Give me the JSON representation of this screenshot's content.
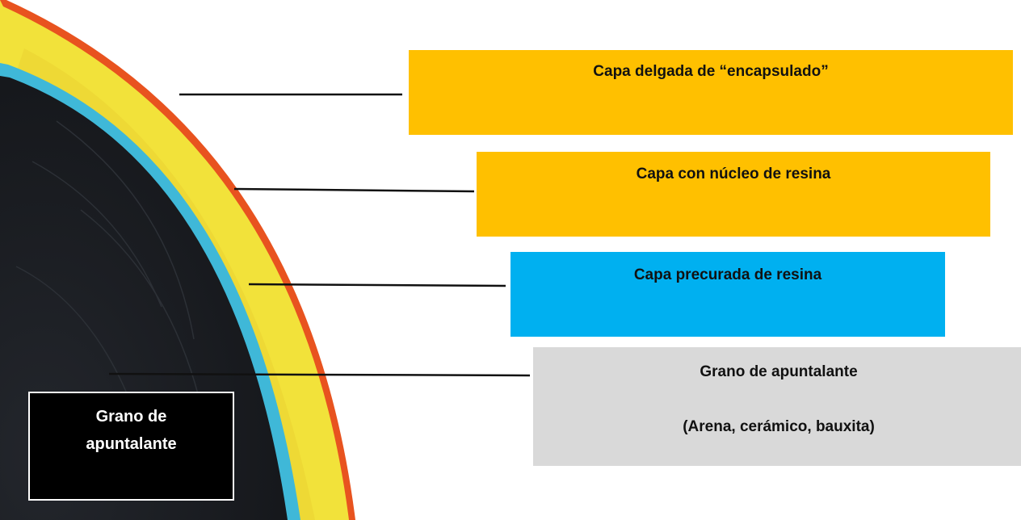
{
  "labels": {
    "encapsulated": "Capa delgada de “encapsulado”",
    "resin_core": "Capa con núcleo de resina",
    "precured": "Capa precurada de resina",
    "grain_title": "Grano de apuntalante",
    "grain_types": "(Arena, cerámico, bauxita)",
    "inset_line1": "Grano de",
    "inset_line2": "apuntalante"
  },
  "colors": {
    "encapsulated_box": "#ffc000",
    "resin_core_box": "#ffc000",
    "precured_box": "#00b0f0",
    "grain_box": "#d9d9d9",
    "outer_layer": "#e8531f",
    "yellow_layer": "#f2e23a",
    "blue_layer": "#3fb8d8",
    "grain_core": "#1b1d22"
  }
}
